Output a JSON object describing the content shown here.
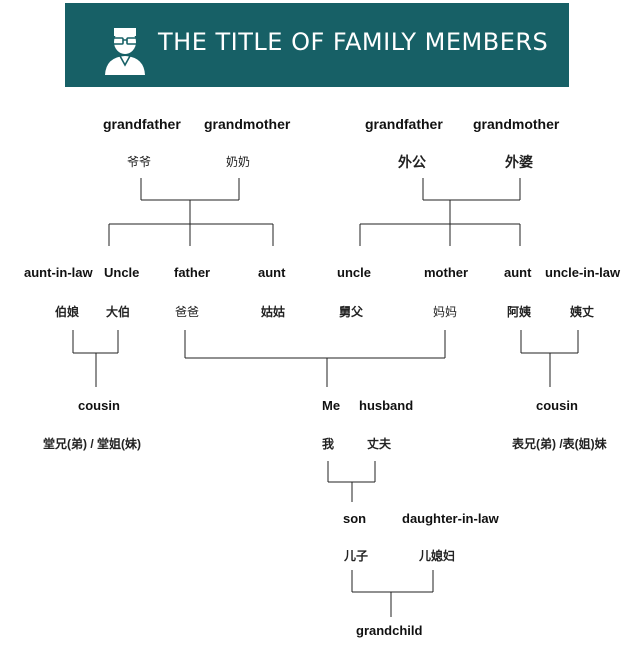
{
  "header": {
    "title": "THE TITLE OF FAMILY MEMBERS",
    "icon": "person-avatar-icon",
    "bg_color": "#176066"
  },
  "paternal_grandparents": {
    "grandfather": {
      "en": "grandfather",
      "zh": "爷爷"
    },
    "grandmother": {
      "en": "grandmother",
      "zh": "奶奶"
    }
  },
  "maternal_grandparents": {
    "grandfather": {
      "en": "grandfather",
      "zh": "外公"
    },
    "grandmother": {
      "en": "grandmother",
      "zh": "外婆"
    }
  },
  "paternal_side": {
    "aunt_in_law": {
      "en": "aunt-in-law",
      "zh": "伯娘"
    },
    "uncle": {
      "en": "Uncle",
      "zh": "大伯"
    },
    "father": {
      "en": "father",
      "zh": "爸爸"
    },
    "aunt": {
      "en": "aunt",
      "zh": "姑姑"
    }
  },
  "maternal_side": {
    "uncle": {
      "en": "uncle",
      "zh": "舅父"
    },
    "mother": {
      "en": "mother",
      "zh": "妈妈"
    },
    "aunt": {
      "en": "aunt",
      "zh": "阿姨"
    },
    "uncle_in_law": {
      "en": "uncle-in-law",
      "zh": "姨丈"
    }
  },
  "paternal_cousin": {
    "en": "cousin",
    "zh": "堂兄(弟) / 堂姐(妹)"
  },
  "maternal_cousin": {
    "en": "cousin",
    "zh": "表兄(弟) /表(姐)妹"
  },
  "self": {
    "me": {
      "en": "Me",
      "zh": "我"
    },
    "husband": {
      "en": "husband",
      "zh": "丈夫"
    }
  },
  "children": {
    "son": {
      "en": "son",
      "zh": "儿子"
    },
    "daughter_in_law": {
      "en": "daughter-in-law",
      "zh": "儿媳妇"
    }
  },
  "grandchild": {
    "en": "grandchild"
  }
}
